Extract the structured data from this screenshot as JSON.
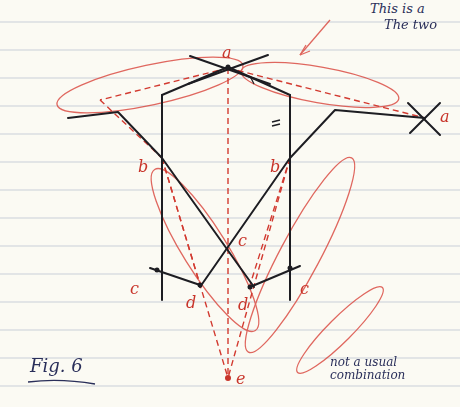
{
  "diagram": {
    "labels": [
      "This is a",
      "The two",
      "a",
      "a",
      "b",
      "b",
      "c",
      "c",
      "c",
      "d",
      "d",
      "e",
      "Fig. 6",
      "not a usual combination"
    ]
  }
}
